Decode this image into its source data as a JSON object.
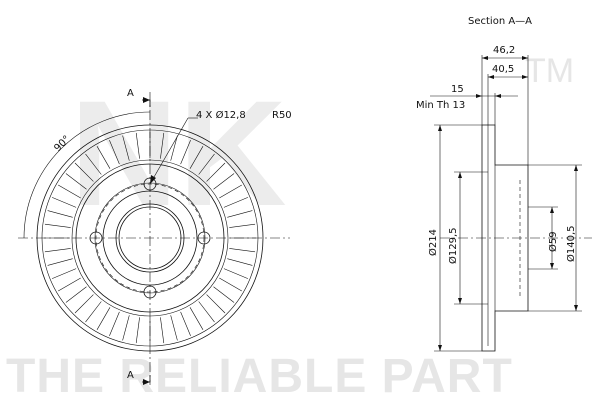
{
  "watermark": {
    "logo": "NK",
    "trademark": "TM",
    "tagline": "THE RELIABLE PART"
  },
  "front_view": {
    "section_marker": "A",
    "angle_label": "90°",
    "hole_callout": "4 X Ø12,8",
    "radius_label": "R50"
  },
  "section_view": {
    "title": "Section A—A",
    "dims": {
      "overall_height": "46,2",
      "hub_height": "40,5",
      "thickness": "15",
      "min_thickness": "Min Th 13",
      "outer_diameter": "Ø214",
      "inner_diameter": "Ø129,5",
      "bore_diameter": "Ø59",
      "pcd": "Ø140,5"
    }
  }
}
